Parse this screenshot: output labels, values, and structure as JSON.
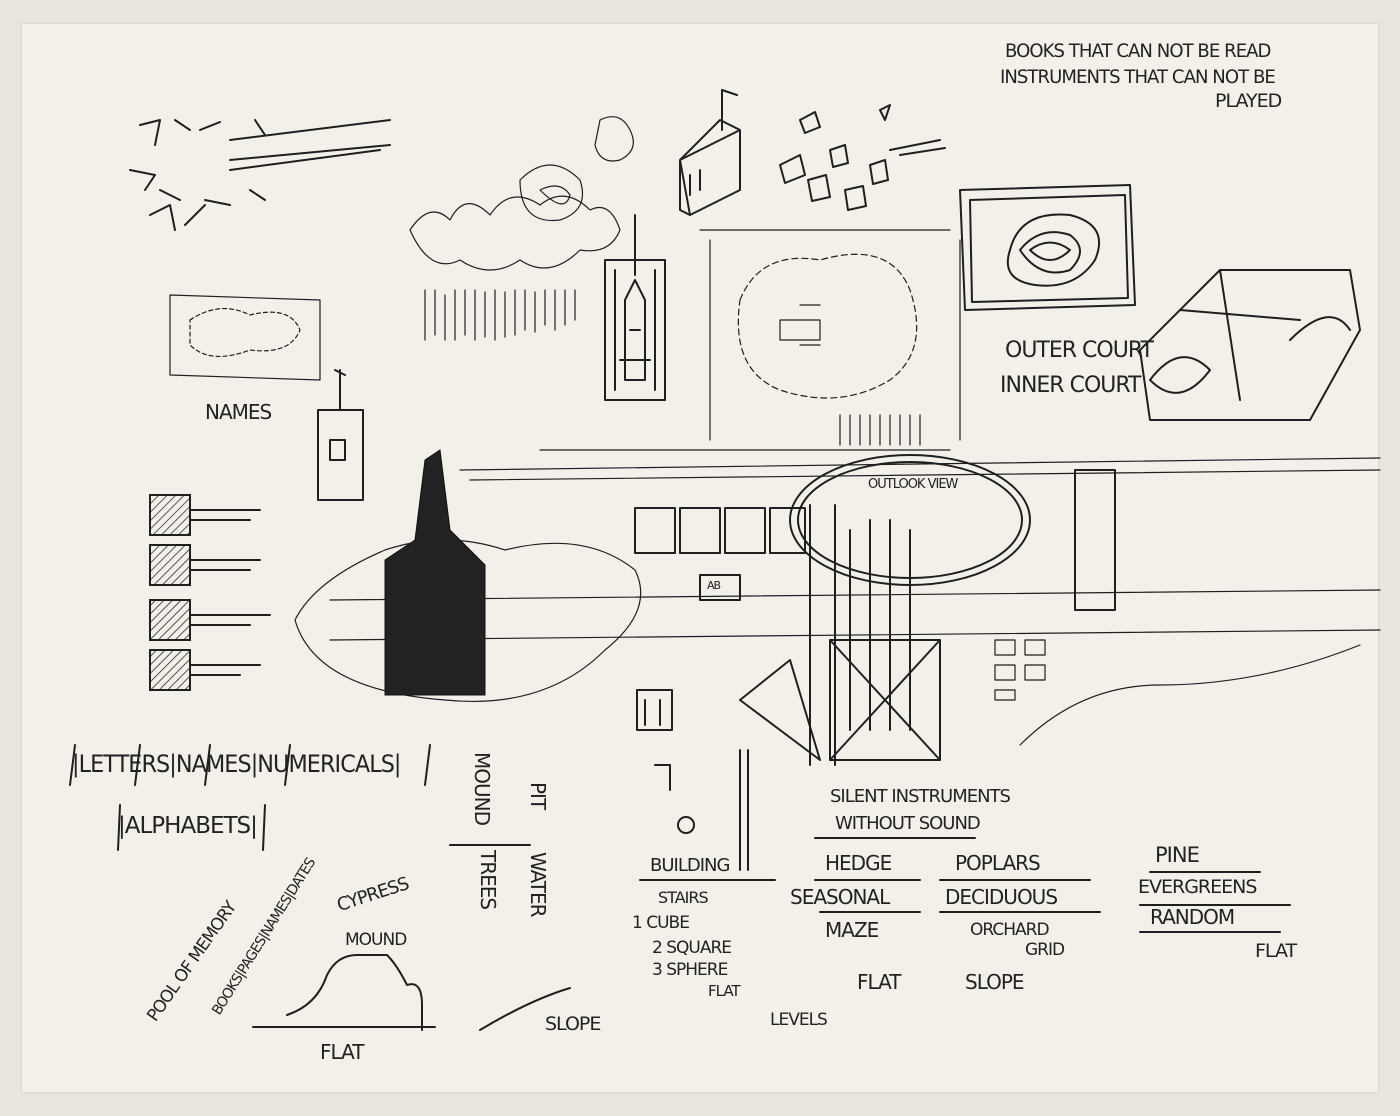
{
  "notes": {
    "top_right": [
      "BOOKS THAT CAN NOT BE READ",
      "INSTRUMENTS THAT CAN NOT BE",
      "PLAYED"
    ],
    "names_label": "NAMES",
    "outer_court": "OUTER COURT",
    "inner_court": "INNER COURT",
    "outlook_view": "OUTLOOK VIEW",
    "letters_row": "|LETTERS|NAMES|NUMERICALS|",
    "alphabets": "|ALPHABETS|",
    "mound": "MOUND",
    "trees": "TREES",
    "pit": "PIT",
    "water": "WATER",
    "pool_of_memory": "POOL OF MEMORY",
    "books_pages": "BOOKS|PAGES|NAMES|DATES",
    "cypress_mound": [
      "CYPRESS",
      "MOUND"
    ],
    "flat_left": "FLAT",
    "slope_left": "SLOPE",
    "silent_instruments": [
      "SILENT INSTRUMENTS",
      "WITHOUT SOUND"
    ],
    "building_col": [
      "BUILDING",
      "STAIRS",
      "1 CUBE",
      "2 SQUARE",
      "3 SPHERE",
      "FLAT",
      "LEVELS"
    ],
    "hedge_col": [
      "HEDGE",
      "SEASONAL",
      "MAZE",
      "FLAT"
    ],
    "poplars_col": [
      "POPLARS",
      "DECIDUOUS",
      "ORCHARD",
      "GRID",
      "SLOPE"
    ],
    "pine_col": [
      "PINE",
      "EVERGREENS",
      "RANDOM",
      "FLAT"
    ],
    "ab_label": "AB"
  },
  "colors": {
    "ink": "#1f1f1f",
    "paper": "#f3f0ea",
    "background": "#e8e5df"
  }
}
